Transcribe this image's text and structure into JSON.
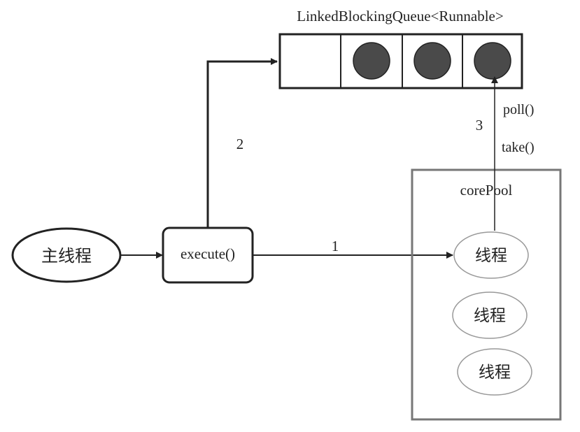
{
  "queue": {
    "label": "LinkedBlockingQueue<Runnable>",
    "slots": [
      {
        "filled": false
      },
      {
        "filled": true
      },
      {
        "filled": true
      },
      {
        "filled": true
      }
    ]
  },
  "main_thread": {
    "label": "主线程"
  },
  "execute": {
    "label": "execute()"
  },
  "core_pool": {
    "label": "corePool",
    "threads": [
      "线程",
      "线程",
      "线程"
    ]
  },
  "arrows": {
    "step1": "1",
    "step2": "2",
    "step3": "3"
  },
  "methods": {
    "poll": "poll()",
    "take": "take()"
  },
  "colors": {
    "stroke": "#222222",
    "pool_border": "#777777",
    "thread_border": "#999999",
    "filled_slot": "#4a4a4a"
  }
}
